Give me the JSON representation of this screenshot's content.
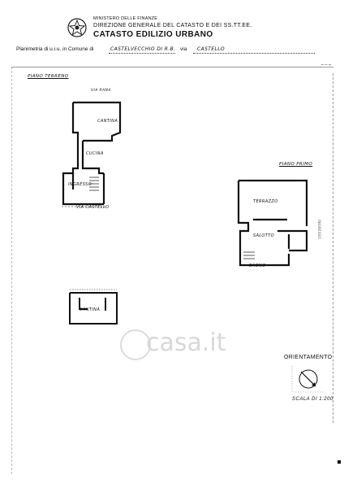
{
  "header": {
    "ministry": "MINISTERO DELLE FINANZE",
    "direction": "DIREZIONE GENERALE DEL CATASTO E DEI SS.TT.EE.",
    "title": "CATASTO EDILIZIO URBANO",
    "planimetria_label": "Planimetria di u.i.u. in Comune di",
    "comune": "Castelvecchio di R.B.",
    "via_label": "via",
    "via": "Castello"
  },
  "floors": {
    "ground_label": "Piano terreno",
    "first_label": "Piano primo"
  },
  "rooms": {
    "via_rana": "Via Rana",
    "cantina_top": "Cantina",
    "cucina": "Cucina",
    "ingresso": "Ingresso",
    "via_castello": "Via Castello",
    "terrazzo": "Terrazzo",
    "salotto": "Salotto",
    "bagno": "Bagno",
    "cantina_bottom": "Cantina"
  },
  "side_note": "Ingresso",
  "orientation": {
    "label": "ORIENTAMENTO",
    "scale": "SCALA DI 1:200",
    "icon": "compass-icon"
  },
  "watermark": "casa.it"
}
